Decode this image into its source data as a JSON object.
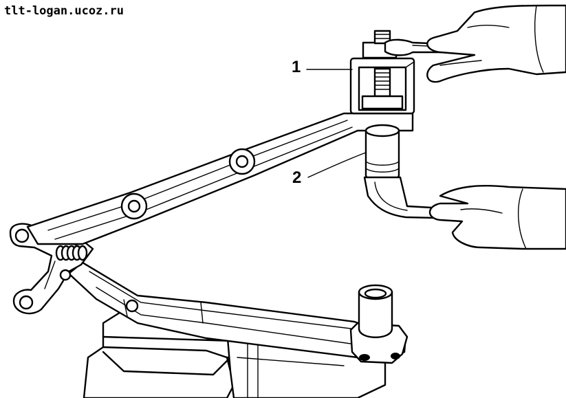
{
  "watermark": "tlt-logan.ucoz.ru",
  "callouts": {
    "one": "1",
    "two": "2"
  },
  "colors": {
    "line": "#000000",
    "background": "#ffffff"
  }
}
